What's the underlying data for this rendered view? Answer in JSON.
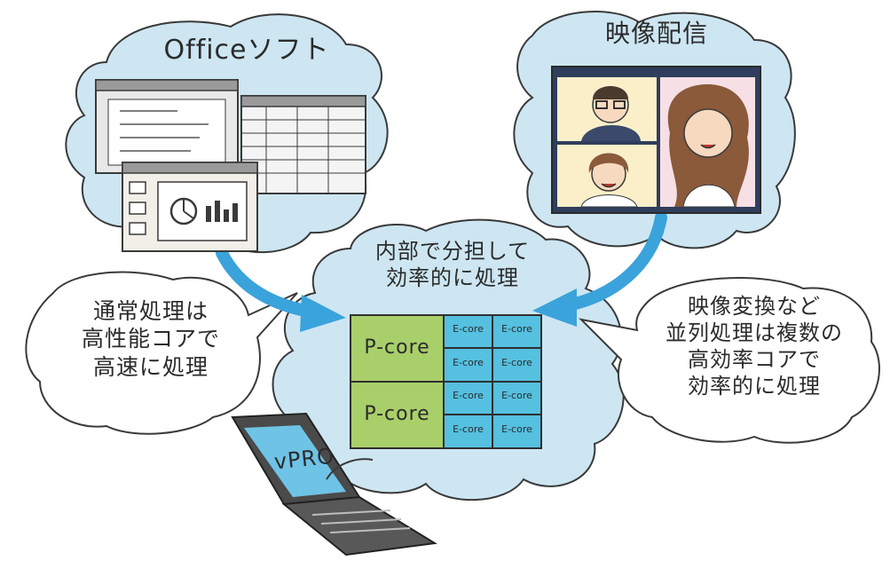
{
  "colors": {
    "cloud_fill": "#cde6f2",
    "cloud_stroke": "#3a3a3a",
    "arrow": "#3aa3db",
    "pcore": "#a9cf6a",
    "ecore": "#55c0e0",
    "laptop_screen": "#6fc3e6",
    "laptop_body": "#4a4a4a"
  },
  "office": {
    "title": "Officeソフト",
    "icons": [
      "document-window-icon",
      "spreadsheet-window-icon",
      "presentation-window-icon",
      "pie-chart-icon",
      "bar-chart-icon"
    ]
  },
  "video": {
    "title": "映像配信",
    "icons": [
      "video-call-screen-icon",
      "man-with-glasses-icon",
      "woman-icon",
      "girl-icon"
    ]
  },
  "center": {
    "title": "内部で分担して\n効率的に処理"
  },
  "left_bubble": {
    "text": "通常処理は\n高性能コアで\n高速に処理"
  },
  "right_bubble": {
    "text": "映像変換など\n並列処理は複数の\n高効率コアで\n効率的に処理"
  },
  "cpu": {
    "pcore_label": "P-core",
    "ecore_label": "E-core",
    "rows": [
      {
        "p": "P-core",
        "e": [
          "E-core",
          "E-core",
          "E-core",
          "E-core"
        ]
      },
      {
        "p": "P-core",
        "e": [
          "E-core",
          "E-core",
          "E-core",
          "E-core"
        ]
      }
    ]
  },
  "laptop": {
    "screen_label": "vPRO",
    "icons": [
      "laptop-icon",
      "keyboard-icon"
    ]
  }
}
